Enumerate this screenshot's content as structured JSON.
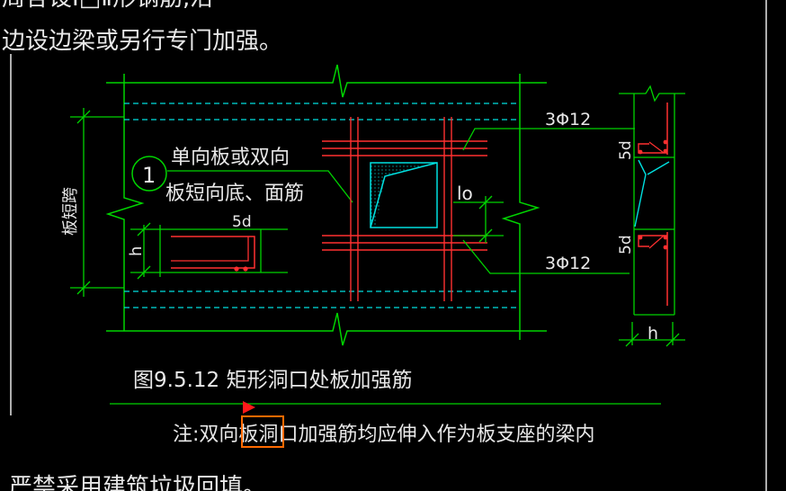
{
  "top_text": {
    "line1": "周各设I□Ⅱ形钢筋,沿",
    "line2": "边设边梁或另行专门加强。"
  },
  "labels": {
    "circle_num": "1",
    "note_line1": "单向板或双向",
    "note_line2": "板短向底、面筋",
    "span": "板短跨",
    "h_left": "h",
    "d5_left": "5d",
    "bars_top": "3Φ12",
    "bars_bottom": "3Φ12",
    "lo": "lo",
    "d5_right_top": "5d",
    "d5_right_bottom": "5d",
    "h_right": "h"
  },
  "caption": "图9.5.12  矩形洞口处板加强筋",
  "footnote": {
    "prefix": "注:双向",
    "highlight": "板洞",
    "suffix": "口加强筋均应伸入作为板支座的梁内"
  },
  "bottom_text": "严禁采用建筑垃圾回填。",
  "colors": {
    "background": "#000000",
    "outline": "#00d400",
    "dashed_beam": "#00e0e0",
    "rebar": "#ff3030",
    "text": "#e8e8e8",
    "highlight_box": "#ff6a00",
    "marker": "#ff1a1a"
  }
}
